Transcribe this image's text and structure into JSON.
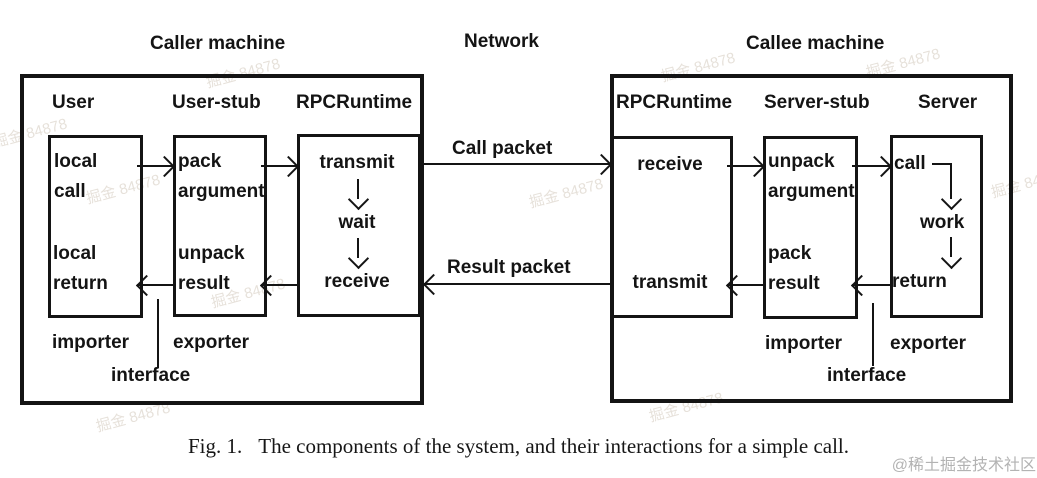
{
  "titles": {
    "caller": "Caller machine",
    "network": "Network",
    "callee": "Callee machine"
  },
  "caller": {
    "user": {
      "header": "User",
      "top": [
        "local",
        "call"
      ],
      "bottom": [
        "local",
        "return"
      ],
      "footer": "importer"
    },
    "user_stub": {
      "header": "User-stub",
      "top": [
        "pack",
        "argument"
      ],
      "bottom": [
        "unpack",
        "result"
      ],
      "footer": "exporter"
    },
    "rpcruntime": {
      "header": "RPCRuntime",
      "steps": [
        "transmit",
        "wait",
        "receive"
      ]
    },
    "interface_label": "interface"
  },
  "network": {
    "call_packet": "Call packet",
    "result_packet": "Result packet"
  },
  "callee": {
    "rpcruntime": {
      "header": "RPCRuntime",
      "top": "receive",
      "bottom": "transmit"
    },
    "server_stub": {
      "header": "Server-stub",
      "top": [
        "unpack",
        "argument"
      ],
      "bottom": [
        "pack",
        "result"
      ],
      "footer": "importer"
    },
    "server": {
      "header": "Server",
      "steps": [
        "call",
        "work",
        "return"
      ],
      "footer": "exporter"
    },
    "interface_label": "interface"
  },
  "caption": {
    "fig": "Fig. 1.",
    "text": "The components of the system, and their interactions for a simple call."
  },
  "watermark_tile": "掘金 84878",
  "site_watermark": "@稀土掘金技术社区",
  "colors": {
    "ink": "#141414",
    "background": "#ffffff",
    "watermark_gray": "#b3b3b3",
    "watermark_tan": "#d3c9bc"
  }
}
